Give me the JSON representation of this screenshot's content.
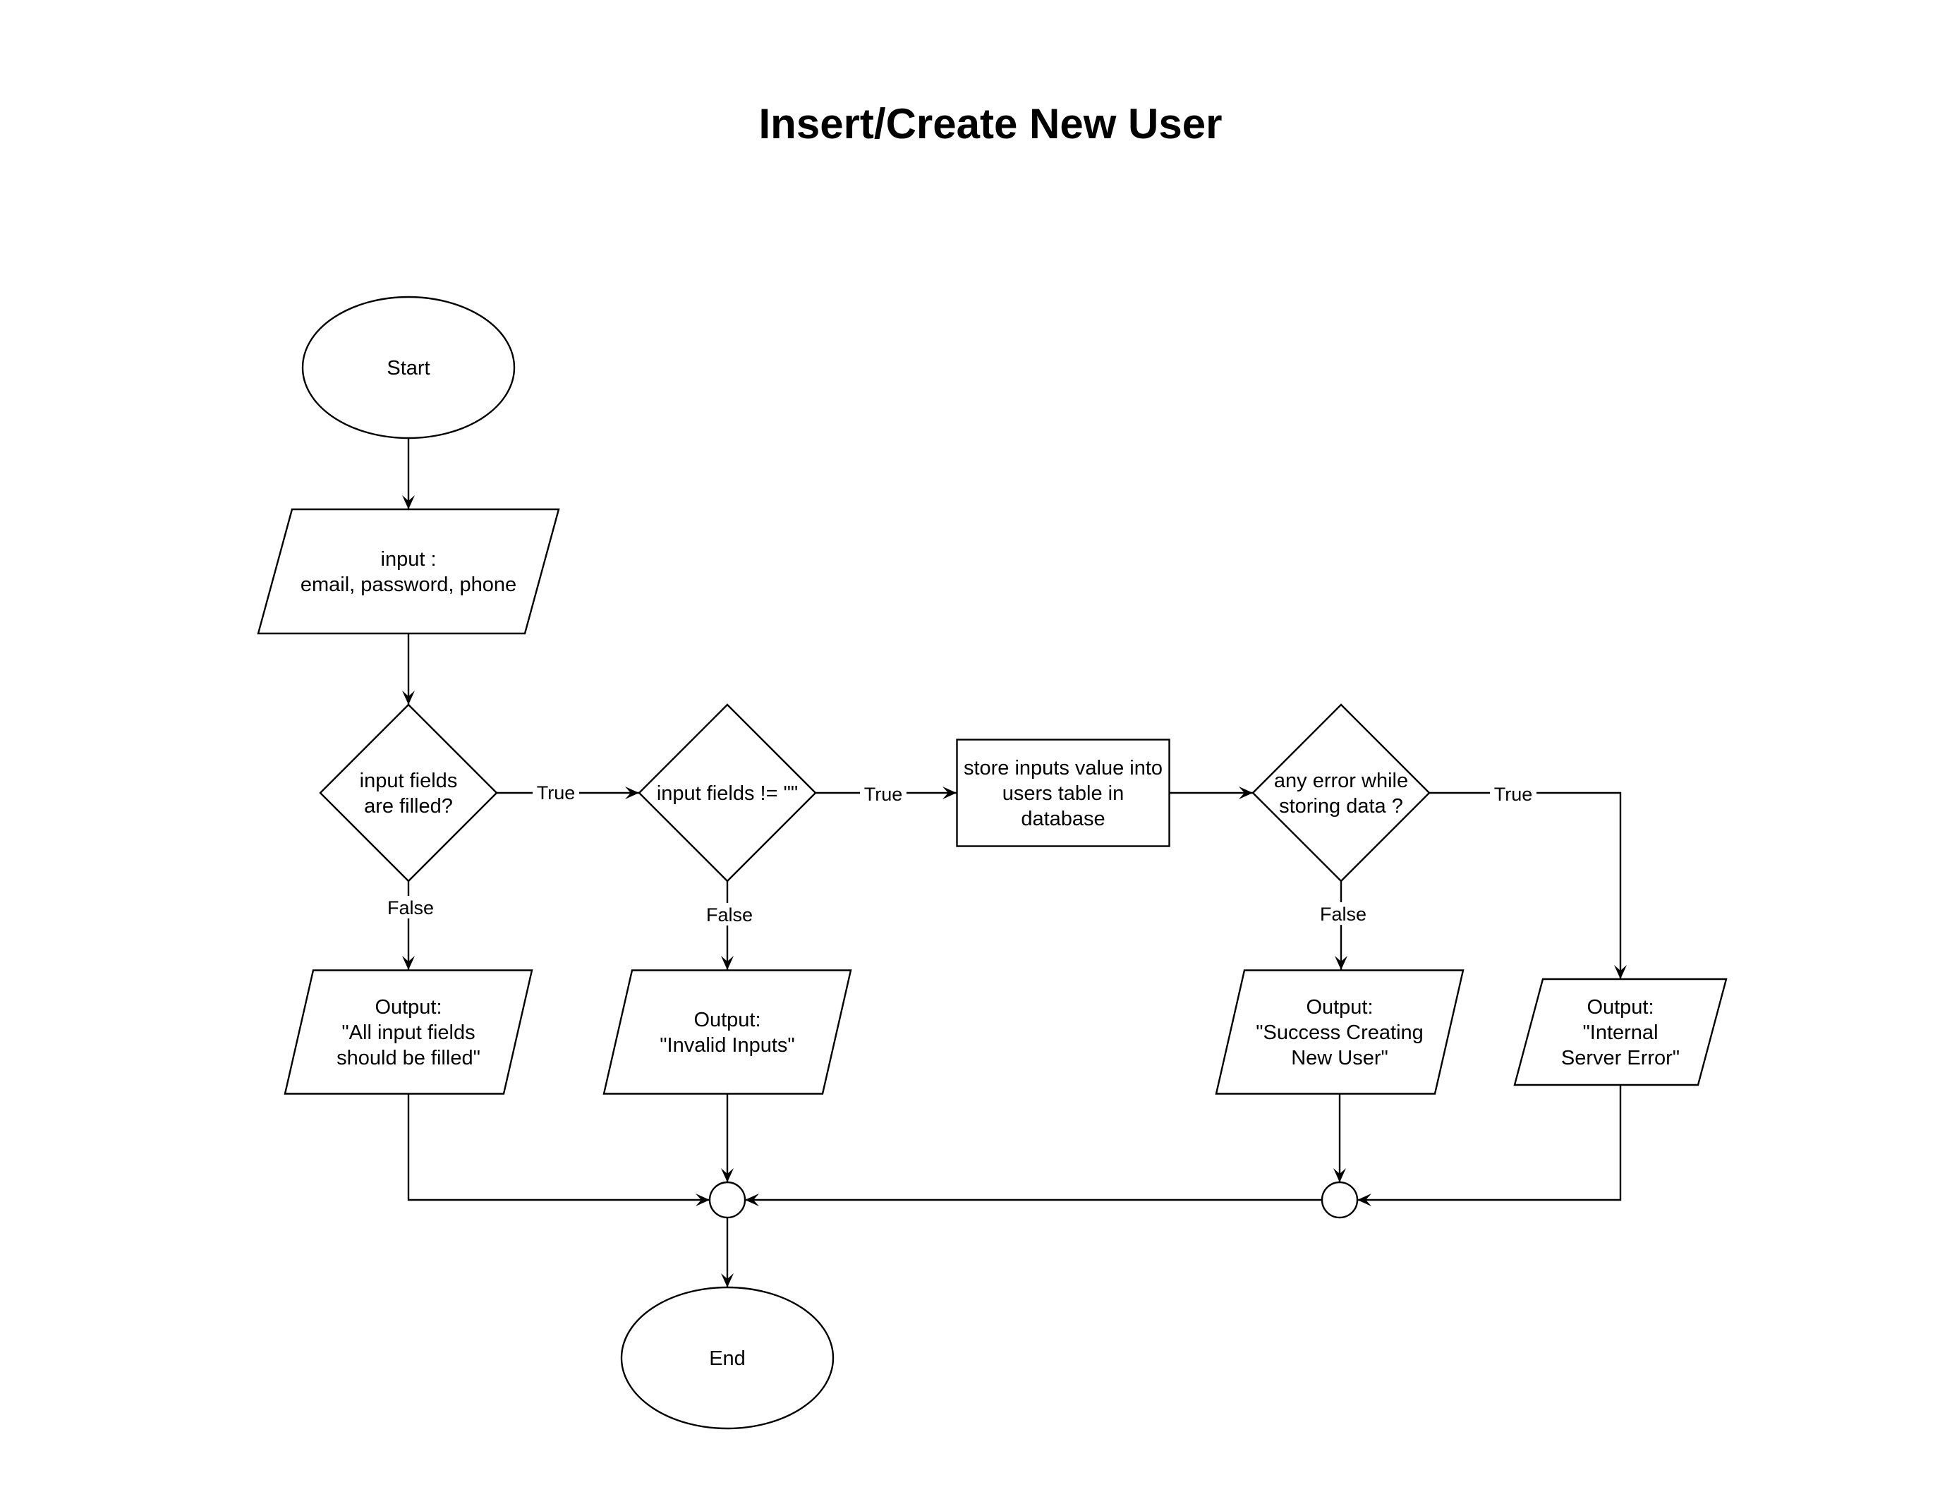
{
  "title": "Insert/Create New User",
  "nodes": {
    "start": {
      "type": "terminal",
      "lines": [
        "Start"
      ]
    },
    "input": {
      "type": "io",
      "lines": [
        "input :",
        "email, password, phone"
      ]
    },
    "decision_filled": {
      "type": "decision",
      "lines": [
        "input fields",
        "are filled?"
      ]
    },
    "decision_not_empty": {
      "type": "decision",
      "lines": [
        "input fields != \"\""
      ]
    },
    "store": {
      "type": "process",
      "lines": [
        "store inputs value into",
        "users table in",
        "database"
      ]
    },
    "decision_error": {
      "type": "decision",
      "lines": [
        "any error while",
        "storing data ?"
      ]
    },
    "output_fill": {
      "type": "io",
      "lines": [
        "Output:",
        "\"All input fields",
        "should be filled\""
      ]
    },
    "output_invalid": {
      "type": "io",
      "lines": [
        "Output:",
        "\"Invalid Inputs\""
      ]
    },
    "output_success": {
      "type": "io",
      "lines": [
        "Output:",
        "\"Success Creating",
        "New User\""
      ]
    },
    "output_error": {
      "type": "io",
      "lines": [
        "Output:",
        "\"Internal",
        "Server Error\""
      ]
    },
    "merge_main": {
      "type": "connector",
      "lines": []
    },
    "merge_right": {
      "type": "connector",
      "lines": []
    },
    "end": {
      "type": "terminal",
      "lines": [
        "End"
      ]
    }
  },
  "edges": [
    {
      "from": "start",
      "to": "input",
      "label": ""
    },
    {
      "from": "input",
      "to": "decision_filled",
      "label": ""
    },
    {
      "from": "decision_filled",
      "to": "decision_not_empty",
      "label": "True"
    },
    {
      "from": "decision_filled",
      "to": "output_fill",
      "label": "False"
    },
    {
      "from": "decision_not_empty",
      "to": "store",
      "label": "True"
    },
    {
      "from": "decision_not_empty",
      "to": "output_invalid",
      "label": "False"
    },
    {
      "from": "store",
      "to": "decision_error",
      "label": ""
    },
    {
      "from": "decision_error",
      "to": "output_error",
      "label": "True"
    },
    {
      "from": "decision_error",
      "to": "output_success",
      "label": "False"
    },
    {
      "from": "output_fill",
      "to": "merge_main",
      "label": ""
    },
    {
      "from": "output_invalid",
      "to": "merge_main",
      "label": ""
    },
    {
      "from": "output_success",
      "to": "merge_right",
      "label": ""
    },
    {
      "from": "output_error",
      "to": "merge_right",
      "label": ""
    },
    {
      "from": "merge_right",
      "to": "merge_main",
      "label": ""
    },
    {
      "from": "merge_main",
      "to": "end",
      "label": ""
    }
  ]
}
